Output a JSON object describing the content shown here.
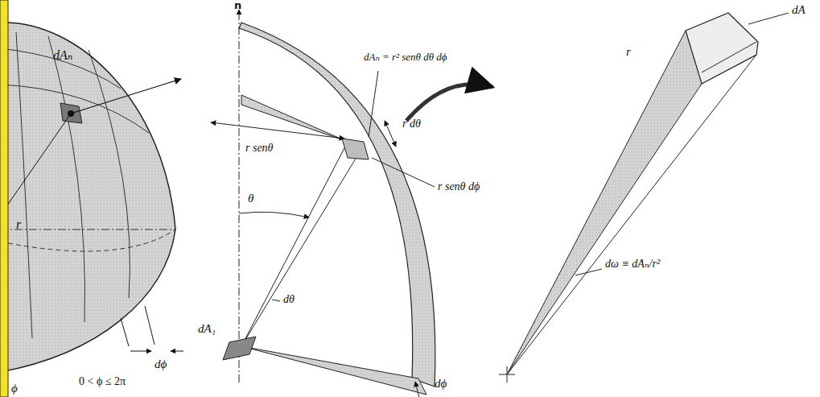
{
  "diagram": {
    "labels": [
      "dAₙ",
      "r",
      "dϕ",
      "ϕ",
      "0 < ϕ ≤ 2π",
      "n",
      "dAₙ = r² senθ dθ dϕ",
      "r senθ",
      "r dθ",
      "θ",
      "r senθ dϕ",
      "dθ",
      "dA₁",
      "dϕ",
      "dA",
      "r",
      "dω ≡ dAₙ/r²"
    ]
  }
}
